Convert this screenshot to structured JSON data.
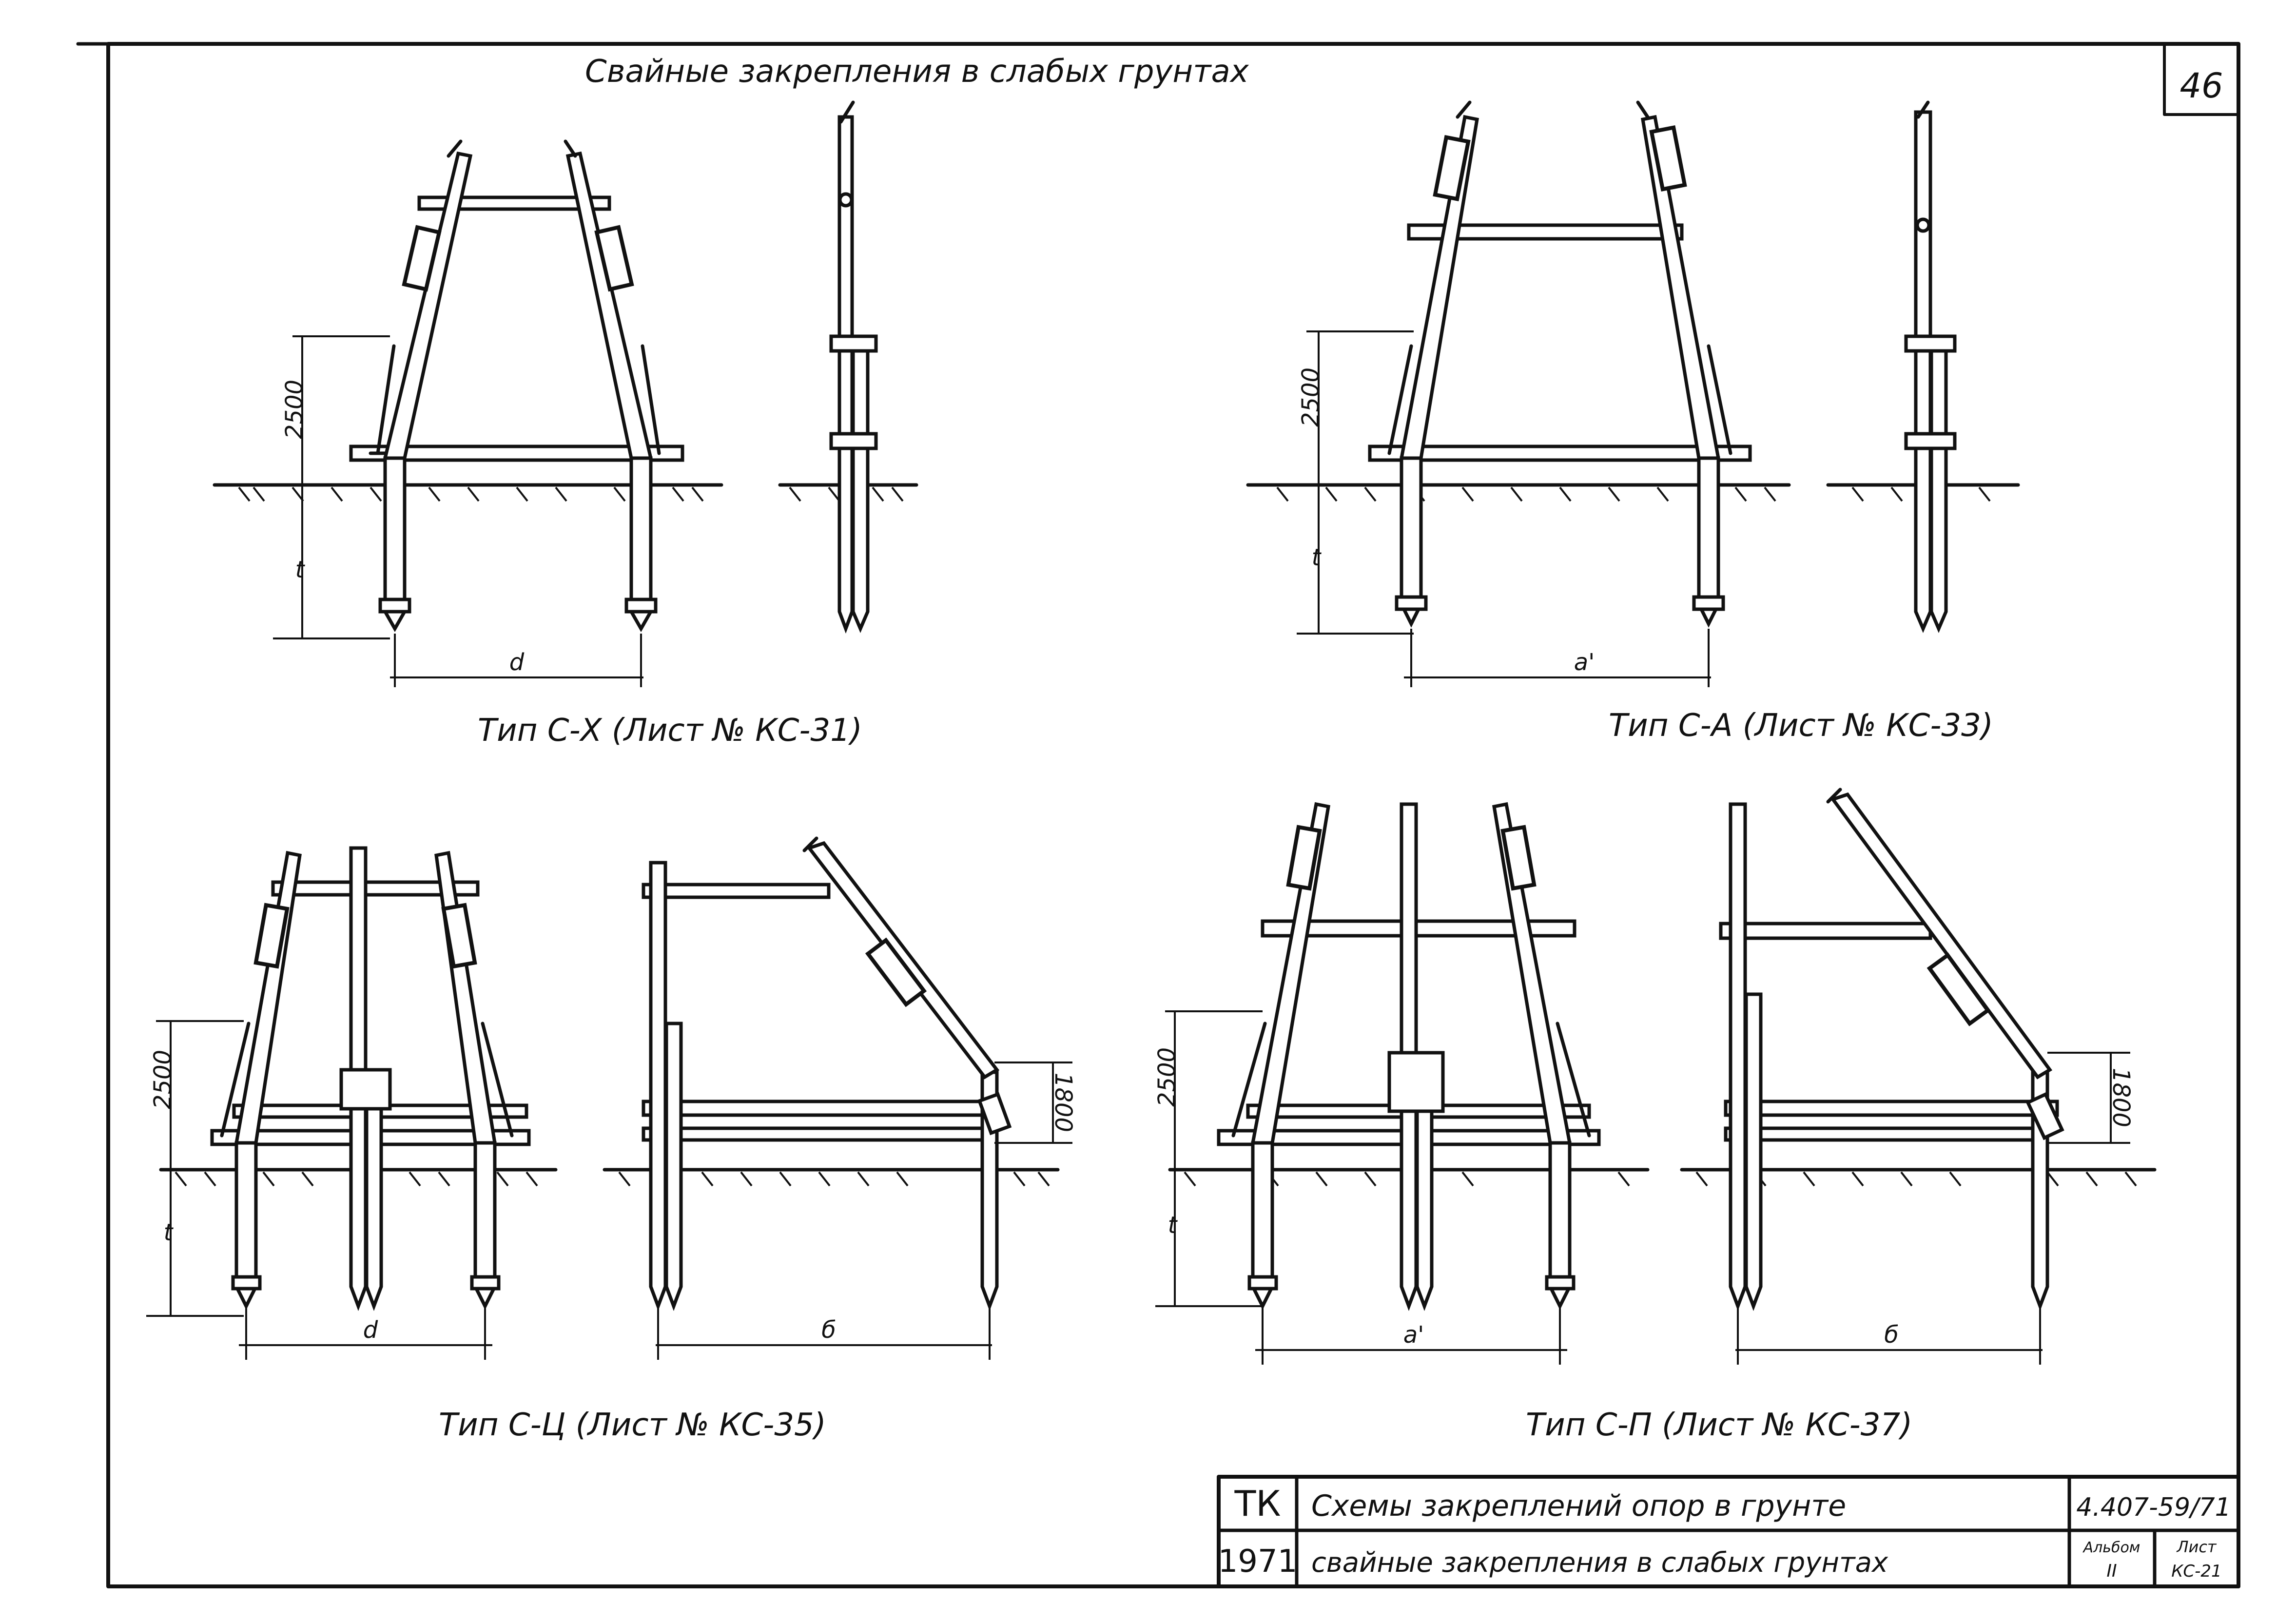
{
  "sheet": {
    "title": "Свайные закрепления в слабых грунтах",
    "page_number": "46"
  },
  "views": {
    "cx": {
      "caption": "Тип С-Х (Лист № КС-31)",
      "height_label": "2500",
      "depth_label": "t",
      "span_label": "d"
    },
    "ca": {
      "caption": "Тип С-А (Лист № КС-33)",
      "height_label": "2500",
      "depth_label": "t",
      "span_label": "a'"
    },
    "cc": {
      "caption": "Тип С-Ц (Лист № КС-35)",
      "height_label": "2500",
      "depth_label": "t",
      "span_label": "d",
      "side_span_label": "б",
      "side_height_label": "1800"
    },
    "cp": {
      "caption": "Тип С-П (Лист № КС-37)",
      "height_label": "2500",
      "depth_label": "t",
      "span_label": "a'",
      "side_span_label": "б",
      "side_height_label": "1800"
    }
  },
  "title_block": {
    "org": "ТК",
    "year": "1971",
    "line1": "Схемы закреплений опор в грунте",
    "line2": "свайные закрепления в слабых грунтах",
    "code": "4.407-59/71",
    "album_label": "Альбом",
    "album_value": "II",
    "sheet_label": "Лист",
    "sheet_value": "КС-21"
  }
}
